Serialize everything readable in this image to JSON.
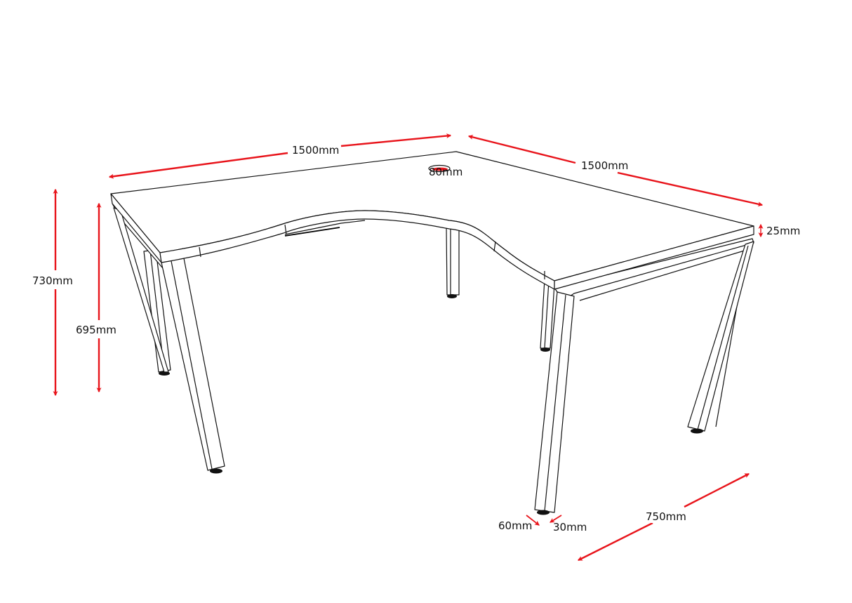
{
  "diagram": {
    "subject": "L-shaped corner desk with wave-cut front edge, cable grommet and panel-frame steel legs",
    "colors": {
      "dimension_arrow": "#e8141b",
      "outline": "#111111",
      "background": "#ffffff"
    },
    "dimensions": {
      "left_top_width": "1500mm",
      "right_top_width": "1500mm",
      "grommet_diameter": "80mm",
      "top_thickness": "25mm",
      "overall_height": "730mm",
      "frame_height": "695mm",
      "leg_depth": "60mm",
      "leg_width": "30mm",
      "return_depth": "750mm"
    }
  }
}
